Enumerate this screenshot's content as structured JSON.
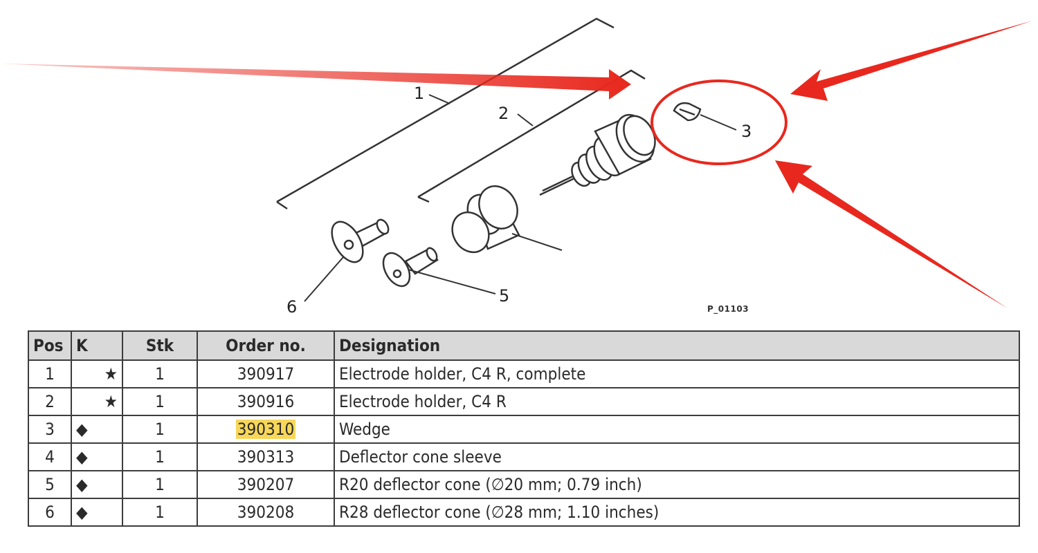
{
  "callouts": [
    "1",
    "2",
    "3",
    "5",
    "6"
  ],
  "drawing_id": "P_01103",
  "table": {
    "headers": [
      "Pos",
      "K",
      "Stk",
      "Order no.",
      "Designation"
    ],
    "rows": [
      {
        "pos": "1",
        "k": "★",
        "stk": "1",
        "order": "390917",
        "designation": "Electrode holder, C4 R, complete"
      },
      {
        "pos": "2",
        "k": "★",
        "stk": "1",
        "order": "390916",
        "designation": "Electrode holder, C4 R"
      },
      {
        "pos": "3",
        "k": "◆",
        "stk": "1",
        "order": "390310",
        "designation": "Wedge",
        "highlighted": true
      },
      {
        "pos": "4",
        "k": "◆",
        "stk": "1",
        "order": "390313",
        "designation": "Deflector cone sleeve"
      },
      {
        "pos": "5",
        "k": "◆",
        "stk": "1",
        "order": "390207",
        "designation": "R20 deflector cone (∅20 mm; 0.79 inch)"
      },
      {
        "pos": "6",
        "k": "◆",
        "stk": "1",
        "order": "390208",
        "designation": "R28 deflector cone (∅28 mm; 1.10 inches)"
      }
    ]
  },
  "colors": {
    "arrow": "#e8281e",
    "highlight": "#f7d75a",
    "header_bg": "#d9d9d9",
    "border": "#3c3c3c"
  }
}
